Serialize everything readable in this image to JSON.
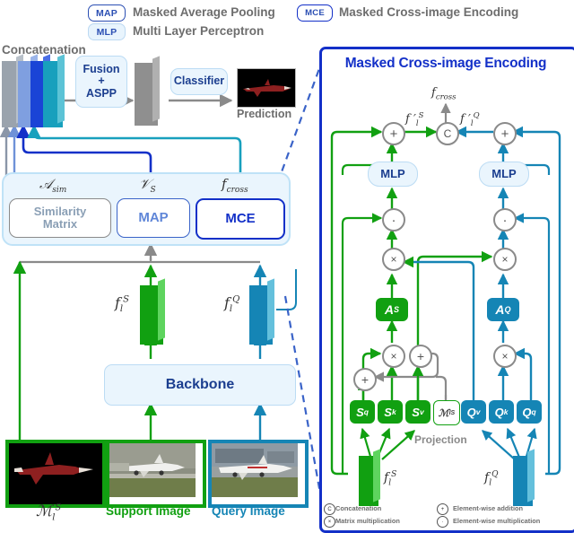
{
  "figure": {
    "legend_chips": [
      {
        "abbr": "MAP",
        "text": "Masked Average Pooling"
      },
      {
        "abbr": "MLP",
        "text": "Multi Layer Perceptron"
      },
      {
        "abbr": "MCE",
        "text": "Masked Cross-image Encoding"
      }
    ]
  },
  "left": {
    "concatenation_label": "Concatenation",
    "fusion_box": "Fusion\n+\nASPP",
    "fusion_line1": "Fusion",
    "fusion_line2": "+",
    "fusion_line3": "ASPP",
    "classifier_box": "Classifier",
    "prediction_label": "Prediction",
    "branch_labels": {
      "a_sim": "𝒜",
      "a_sim_sub": "sim",
      "v_s": "𝒱",
      "v_s_sub": "S",
      "f_cross": "f",
      "f_cross_sub": "cross"
    },
    "modules": [
      {
        "name": "Similarity Matrix",
        "line1": "Similarity",
        "line2": "Matrix"
      },
      {
        "name": "MAP",
        "line1": "MAP",
        "line2": ""
      },
      {
        "name": "MCE",
        "line1": "MCE",
        "line2": ""
      }
    ],
    "backbone_label": "Backbone",
    "feature_support": {
      "f": "f",
      "sub": "l",
      "sup": "S"
    },
    "feature_query": {
      "f": "f",
      "sub": "l",
      "sup": "Q"
    },
    "images": [
      {
        "name": "mask",
        "caption_f": "ℳ",
        "caption_sub": "l",
        "caption_sup": "S",
        "caption": ""
      },
      {
        "name": "support",
        "caption": "Support Image"
      },
      {
        "name": "query",
        "caption": "Query Image"
      }
    ],
    "colors": {
      "support_green": "#11a011",
      "query_blue": "#1585b5",
      "navy": "#1330c8",
      "gray": "#8a8a8a",
      "slab_gray": "#9aa3ad",
      "slab_lightblue": "#7f9fe0",
      "slab_blue": "#1a44d6",
      "slab_teal": "#18a0bd",
      "fusion_fill": "#eaf5fd"
    }
  },
  "mce": {
    "title": "Masked Cross-image Encoding",
    "output_label_f": "f",
    "output_label_sub": "cross",
    "fprime_s": {
      "f": "f ′",
      "sub": "l",
      "sup": "S"
    },
    "fprime_q": {
      "f": "f ′",
      "sub": "l",
      "sup": "Q"
    },
    "mlp_left": "MLP",
    "mlp_right": "MLP",
    "attn_s": {
      "base": "A",
      "sub": "S"
    },
    "attn_q": {
      "base": "A",
      "sub": "Q"
    },
    "projection_label": "Projection",
    "proj_tokens": [
      {
        "id": "Sq",
        "base": "S",
        "sub": "q",
        "style": "green"
      },
      {
        "id": "Sk",
        "base": "S",
        "sub": "k",
        "style": "green"
      },
      {
        "id": "Sv",
        "base": "S",
        "sub": "v",
        "style": "green"
      },
      {
        "id": "Mask",
        "base": "ℳ",
        "sub": "l",
        "sup": "S",
        "style": "white"
      },
      {
        "id": "Qv",
        "base": "Q",
        "sub": "v",
        "style": "blue"
      },
      {
        "id": "Qk",
        "base": "Q",
        "sub": "k",
        "style": "blue"
      },
      {
        "id": "Qq",
        "base": "Q",
        "sub": "q",
        "style": "blue"
      }
    ],
    "feature_support": {
      "f": "f",
      "sub": "l",
      "sup": "S"
    },
    "feature_query": {
      "f": "f",
      "sub": "l",
      "sup": "Q"
    },
    "symbol_legend": [
      {
        "glyph": "C",
        "text": "Concatenation"
      },
      {
        "glyph": "+",
        "text": "Element-wise addition"
      },
      {
        "glyph": "×",
        "text": "Matrix multiplication"
      },
      {
        "glyph": "·",
        "text": "Element-wise multiplication"
      }
    ]
  }
}
